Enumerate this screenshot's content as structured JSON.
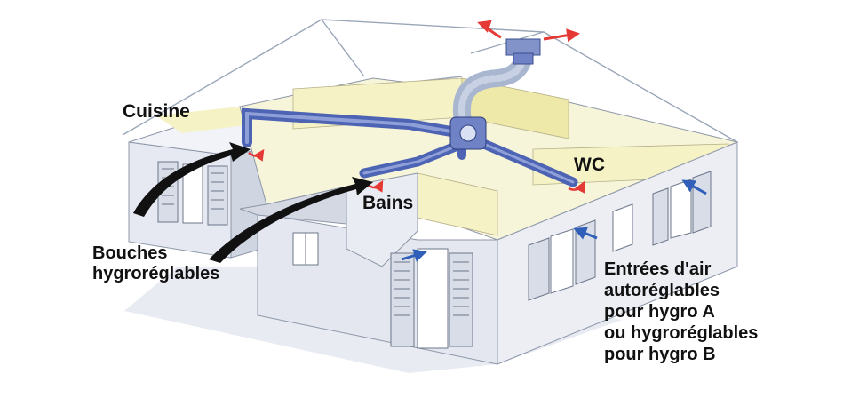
{
  "labels": {
    "cuisine": "Cuisine",
    "wc": "WC",
    "bains": "Bains",
    "bouches": [
      "Bouches",
      "hygroréglables"
    ],
    "entrees": [
      "Entrées d'air",
      "autoréglables",
      "pour hygro A",
      "ou hygroréglables",
      "pour hygro B"
    ]
  },
  "colors": {
    "roof_outline": "#9aa7b8",
    "wall_face": "#eceef4",
    "wall_shadow": "#c9cfdb",
    "interior": "#f5f2c6",
    "duct": "#4d63b4",
    "duct_light": "#8fa0d8",
    "flex_duct": "#a9b6cf",
    "extract_arrow": "#e53935",
    "intake_arrow": "#2f5fb8",
    "pointer": "#111111",
    "ground_shadow": "#dfe3ee"
  }
}
